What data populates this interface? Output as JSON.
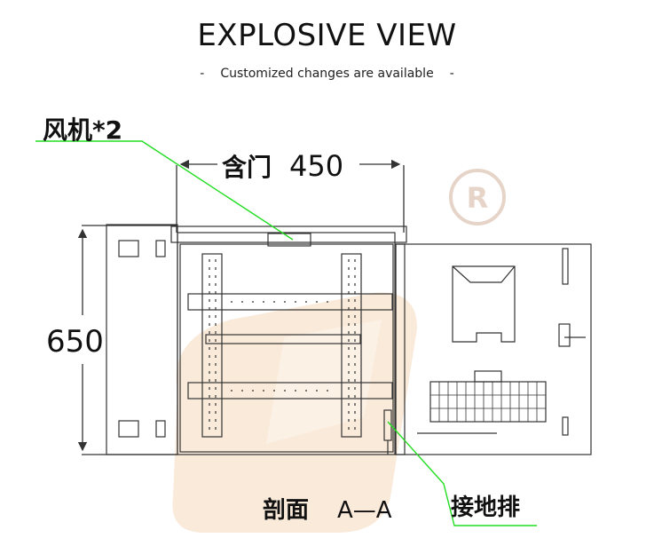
{
  "header": {
    "title": "EXPLOSIVE VIEW",
    "subtitle": "Customized changes are available",
    "subtitle_dash": "-"
  },
  "labels": {
    "fan": "风机*2",
    "door_prefix": "含门",
    "width_dim": "450",
    "height_dim": "650",
    "section_prefix": "剖面",
    "section_id": "A—A",
    "ground_bar": "接地排"
  },
  "watermark": {
    "symbol": "R"
  },
  "colors": {
    "leader": "#22dd22",
    "line": "#333333",
    "watermark": "#f3c89a"
  }
}
